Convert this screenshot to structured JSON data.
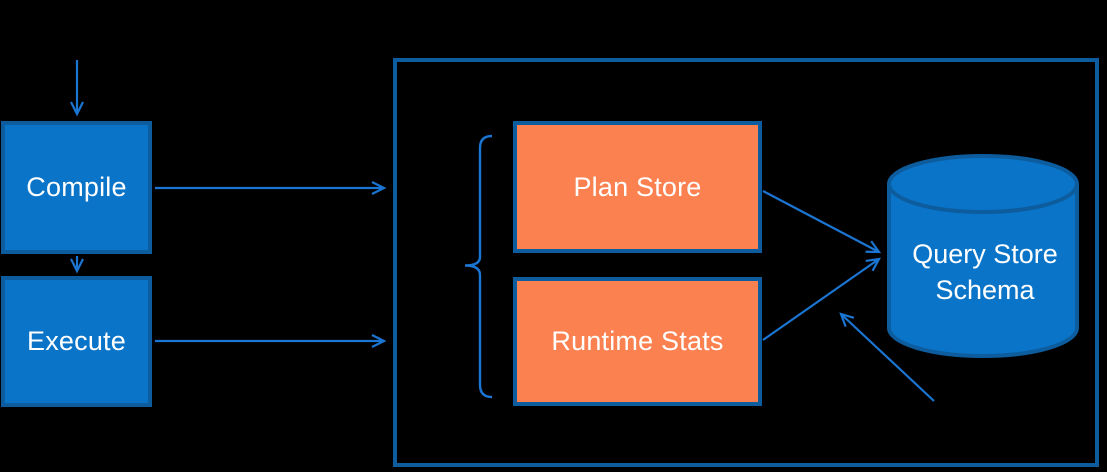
{
  "diagram": {
    "nodes": {
      "compile": {
        "label": "Compile"
      },
      "execute": {
        "label": "Execute"
      },
      "plan_store": {
        "label": "Plan Store"
      },
      "runtime_stats": {
        "label": "Runtime Stats"
      },
      "query_store_schema": {
        "label": "Query Store Schema"
      }
    },
    "colors": {
      "background": "#000000",
      "node_fill_blue": "#0a74c8",
      "node_fill_orange": "#fc8150",
      "node_border": "#0d5c9e",
      "arrow": "#1b75d2",
      "text": "#ffffff"
    }
  }
}
